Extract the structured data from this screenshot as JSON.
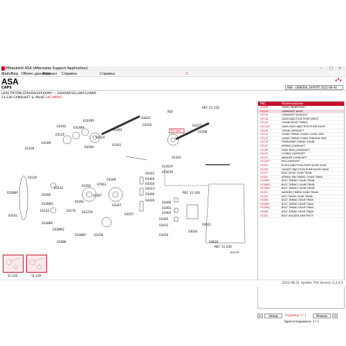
{
  "window": {
    "title": "Mitsubishi ASA (Aftersales Support Application)",
    "minimize": "–",
    "maximize": "□",
    "close": "✕"
  },
  "menu": [
    "Файл",
    "Вид",
    "Обмен данными",
    "Журнал",
    "Справка",
    "Справка"
  ],
  "brand": "ASA",
  "cats_label": "CAPS",
  "export_label": "888 : GENERAL EXPORT 2022-08-04",
  "model_line": "L200,TRITON,STRADA(EXP)00MY-  ::  24000DESEL(4N15)/4WD",
  "group_line": {
    "code": "11-230",
    "name": "CAMSHAFT & VALVE",
    "accent": "EXC MIVEC"
  },
  "colors": {
    "accent": "#c8102e"
  },
  "diagram": {
    "callouts": [
      {
        "t": "03195P"
      },
      {
        "t": "03125"
      },
      {
        "t": "03196P"
      },
      {
        "t": "03193"
      },
      {
        "t": "03189"
      },
      {
        "t": "03109"
      },
      {
        "t": "03189"
      },
      {
        "t": "03363"
      },
      {
        "t": "03324"
      },
      {
        "t": "03351"
      },
      {
        "t": "03832"
      },
      {
        "t": "03192"
      },
      {
        "t": "03277"
      },
      {
        "t": "03358"
      },
      {
        "t": "03343"
      },
      {
        "t": "03351P"
      },
      {
        "t": "03363P"
      },
      {
        "t": "03120"
      },
      {
        "t": "03142"
      },
      {
        "t": "03286P"
      },
      {
        "t": "03290"
      },
      {
        "t": "03141"
      },
      {
        "t": "03286Q"
      },
      {
        "t": "03142"
      },
      {
        "t": "03286R"
      },
      {
        "t": "03286Q"
      },
      {
        "t": "03266"
      },
      {
        "t": "07063"
      },
      {
        "t": "03292"
      },
      {
        "t": "03291"
      },
      {
        "t": "03125A"
      },
      {
        "t": "03176"
      },
      {
        "t": "03256"
      },
      {
        "t": "03286P"
      },
      {
        "t": "03288"
      },
      {
        "t": "03287"
      },
      {
        "t": "03247"
      },
      {
        "t": "03257"
      },
      {
        "t": "03411"
      },
      {
        "t": "03405"
      },
      {
        "t": "03410"
      },
      {
        "t": "03413"
      },
      {
        "t": "03406"
      },
      {
        "t": "03420"
      },
      {
        "t": "03400"
      },
      {
        "t": "03402"
      },
      {
        "t": "03405"
      },
      {
        "t": "03405"
      },
      {
        "t": "03412"
      },
      {
        "t": "03410"
      },
      {
        "t": "03021"
      },
      {
        "t": "03034"
      },
      {
        "t": "03620"
      }
    ],
    "refs": [
      "REF. 11-120",
      "REF. 11-100",
      "REF. 11-250",
      "REF."
    ],
    "highlight": "03 164",
    "footer_code": "100176"
  },
  "parts": {
    "headers": [
      "PNC",
      "Наименование"
    ],
    "rows": [
      {
        "pnc": "03028",
        "name": "GEAR,CRANKSHAFT"
      },
      {
        "pnc": "03109",
        "name": "CAMSHAFT,INLET"
      },
      {
        "pnc": "03109",
        "name": "CAMSHAFT,EXHAUST"
      },
      {
        "pnc": "03118",
        "name": "GEAR,INJECTION PUMP DRIVE"
      },
      {
        "pnc": "03120",
        "name": "CHAIN,VALVE TIMING"
      },
      {
        "pnc": "03125A",
        "name": "GEAR ASSY,INJECTION PUMP IDLER"
      },
      {
        "pnc": "03128",
        "name": "CHAIN,CAMSHAFT"
      },
      {
        "pnc": "03141",
        "name": "GUIDE,TIMING CHAIN LOOSE SIDE"
      },
      {
        "pnc": "03142",
        "name": "GUIDE,TIMING CHAIN TENSION SIDE"
      },
      {
        "pnc": "03176",
        "name": "TENSIONER,TIMING CHAIN"
      },
      {
        "pnc": "03187",
        "name": "SPRING,CAMSHAFT"
      },
      {
        "pnc": "03189",
        "name": "SNAP RING,CAMSHAFT"
      },
      {
        "pnc": "03193",
        "name": "O-RING,CAMSHAFT"
      },
      {
        "pnc": "03193",
        "name": "WASHER,CAMSHAFT"
      },
      {
        "pnc": "03195P",
        "name": "PIN,CAMSHAFT"
      },
      {
        "pnc": "03247",
        "name": "PLATE,INJECTION PUMP IDLER GEAR"
      },
      {
        "pnc": "03256",
        "name": "GASKET,INJECTION PUMP IDLER GEAR"
      },
      {
        "pnc": "03257",
        "name": "BOLT,MUVE GEAR TRAIN"
      },
      {
        "pnc": "03287",
        "name": "SPRING PIN,TIMING CHAIN TRAIN"
      },
      {
        "pnc": "03286P",
        "name": "BOLT,TIMING CHAIN TRAIN"
      },
      {
        "pnc": "03286Q",
        "name": "BOLT,TIMING CHAIN TRAIN"
      },
      {
        "pnc": "03286R",
        "name": "BOLT,TIMING CHAIN TRAIN"
      },
      {
        "pnc": "03291",
        "name": "WASHER,TIMING GEAR TRAIN"
      },
      {
        "pnc": "03292",
        "name": "NUT,TIMING GEAR TRAIN"
      },
      {
        "pnc": "03288",
        "name": "BOLT,TIMING GEAR TRAIN"
      },
      {
        "pnc": "03286P",
        "name": "BOLT,TIMING GEAR TRAIN"
      },
      {
        "pnc": "03286Q",
        "name": "BOLT,TIMING GEAR TRAIN"
      },
      {
        "pnc": "03288",
        "name": "BOLT,TIMING GEAR TRAIN"
      },
      {
        "pnc": "03324",
        "name": "BOLT,ROCKER ARM PIVOT"
      }
    ],
    "selected_index": 1
  },
  "pager": {
    "prev": "Назад",
    "next": "Вперед",
    "first": "|<",
    "last": ">|",
    "page_label": "Страница 1 / 1",
    "registered": "Зарегистрировано: 1 / 1"
  },
  "thumbs": [
    {
      "label": "11-230"
    },
    {
      "label": "11-230"
    }
  ],
  "status": "2022.08.31    Update 704    Version 2.2.0.1"
}
